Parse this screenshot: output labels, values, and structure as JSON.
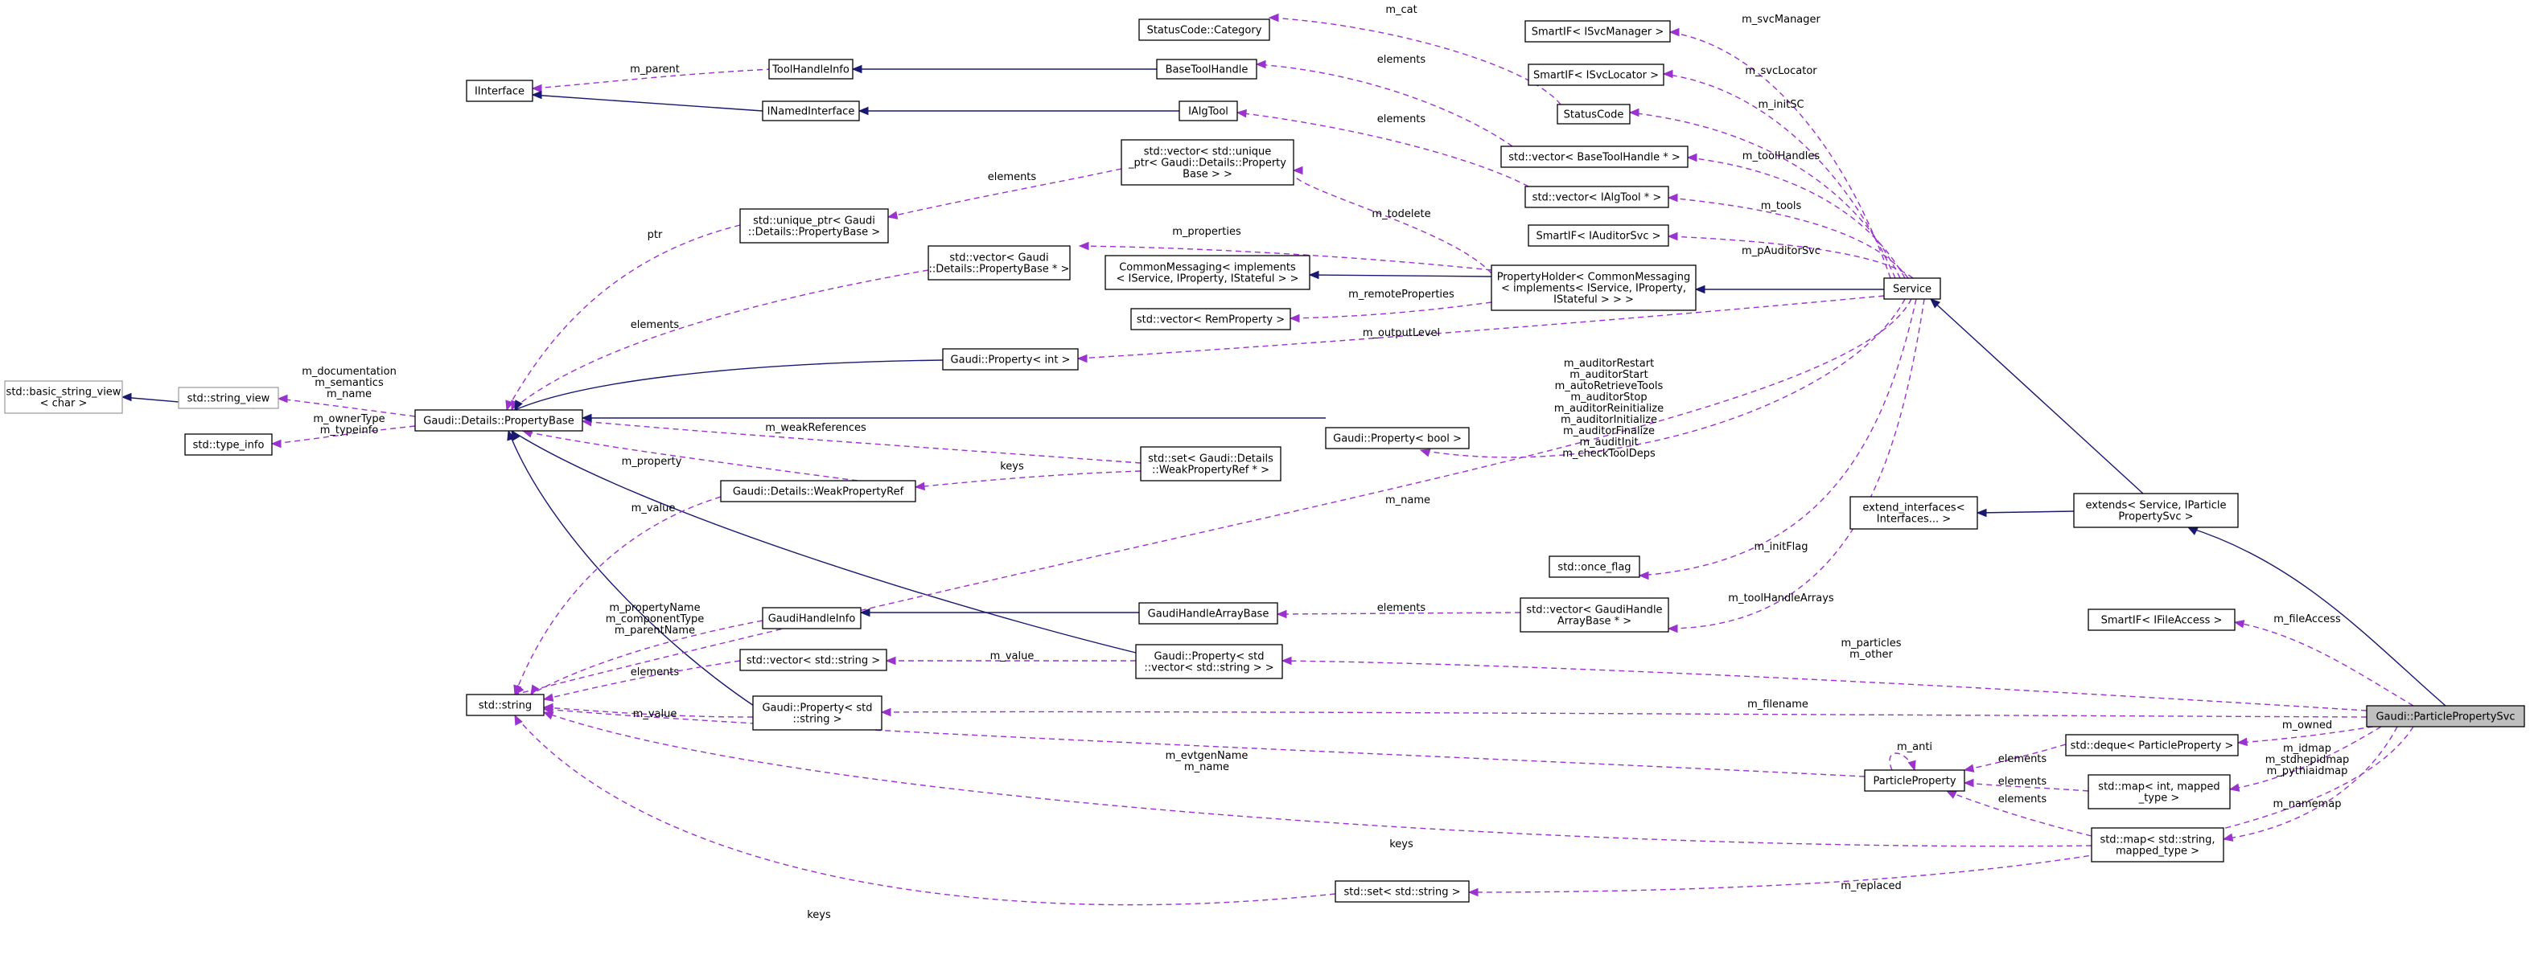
{
  "diagram": {
    "nodes": [
      {
        "id": "string",
        "lines": [
          "std::string"
        ]
      },
      {
        "id": "typeinfo",
        "lines": [
          "std::type_info"
        ]
      },
      {
        "id": "bsv",
        "lines": [
          "std::basic_string_view",
          "< char >"
        ],
        "style": "grey"
      },
      {
        "id": "sv",
        "lines": [
          "std::string_view"
        ],
        "style": "grey"
      },
      {
        "id": "iinterface",
        "lines": [
          "IInterface"
        ]
      },
      {
        "id": "pbase",
        "lines": [
          "Gaudi::Details::PropertyBase"
        ]
      },
      {
        "id": "thi",
        "lines": [
          "ToolHandleInfo"
        ]
      },
      {
        "id": "inamed",
        "lines": [
          "INamedInterface"
        ]
      },
      {
        "id": "uptr",
        "lines": [
          "std::unique_ptr< Gaudi",
          "::Details::PropertyBase >"
        ]
      },
      {
        "id": "vecpb",
        "lines": [
          "std::vector< Gaudi",
          "::Details::PropertyBase * >"
        ]
      },
      {
        "id": "pint",
        "lines": [
          "Gaudi::Property< int >"
        ]
      },
      {
        "id": "wpr",
        "lines": [
          "Gaudi::Details::WeakPropertyRef"
        ]
      },
      {
        "id": "ghi",
        "lines": [
          "GaudiHandleInfo"
        ]
      },
      {
        "id": "vecstr",
        "lines": [
          "std::vector< std::string >"
        ]
      },
      {
        "id": "pstr",
        "lines": [
          "Gaudi::Property< std",
          "::string >"
        ]
      },
      {
        "id": "statcat",
        "lines": [
          "StatusCode::Category"
        ]
      },
      {
        "id": "bth",
        "lines": [
          "BaseToolHandle"
        ]
      },
      {
        "id": "ialgtool",
        "lines": [
          "IAlgTool"
        ]
      },
      {
        "id": "vecuptr",
        "lines": [
          "std::vector< std::unique",
          "_ptr< Gaudi::Details::Property",
          "Base > >"
        ]
      },
      {
        "id": "cm",
        "lines": [
          "CommonMessaging< implements",
          "< IService, IProperty, IStateful > >"
        ]
      },
      {
        "id": "vecrem",
        "lines": [
          "std::vector< RemProperty >"
        ]
      },
      {
        "id": "setwpr",
        "lines": [
          "std::set< Gaudi::Details",
          "::WeakPropertyRef * >"
        ]
      },
      {
        "id": "pbool",
        "lines": [
          "Gaudi::Property< bool >"
        ]
      },
      {
        "id": "ghab",
        "lines": [
          "GaudiHandleArrayBase"
        ]
      },
      {
        "id": "pvecstr",
        "lines": [
          "Gaudi::Property< std",
          "::vector< std::string > >"
        ]
      },
      {
        "id": "svcmgr",
        "lines": [
          "SmartIF< ISvcManager >"
        ]
      },
      {
        "id": "svcloc",
        "lines": [
          "SmartIF< ISvcLocator >"
        ]
      },
      {
        "id": "statuscode",
        "lines": [
          "StatusCode"
        ]
      },
      {
        "id": "vecbth",
        "lines": [
          "std::vector< BaseToolHandle * >"
        ]
      },
      {
        "id": "vecialg",
        "lines": [
          "std::vector< IAlgTool * >"
        ]
      },
      {
        "id": "auditor",
        "lines": [
          "SmartIF< IAuditorSvc >"
        ]
      },
      {
        "id": "ph",
        "lines": [
          "PropertyHolder< CommonMessaging",
          "< implements< IService, IProperty,",
          "IStateful > > >"
        ]
      },
      {
        "id": "service",
        "lines": [
          "Service"
        ]
      },
      {
        "id": "extifaces",
        "lines": [
          "extend_interfaces<",
          "Interfaces... >"
        ]
      },
      {
        "id": "onceflag",
        "lines": [
          "std::once_flag"
        ]
      },
      {
        "id": "vecgha",
        "lines": [
          "std::vector< GaudiHandle",
          "ArrayBase * >"
        ]
      },
      {
        "id": "extends",
        "lines": [
          "extends< Service, IParticle",
          "PropertySvc >"
        ]
      },
      {
        "id": "fileaccess",
        "lines": [
          "SmartIF< IFileAccess >"
        ]
      },
      {
        "id": "pp",
        "lines": [
          "ParticleProperty"
        ]
      },
      {
        "id": "deque",
        "lines": [
          "std::deque< ParticleProperty >"
        ]
      },
      {
        "id": "mapint",
        "lines": [
          "std::map< int, mapped",
          "_type >"
        ]
      },
      {
        "id": "mapstr",
        "lines": [
          "std::map< std::string,",
          "mapped_type >"
        ]
      },
      {
        "id": "setstr",
        "lines": [
          "std::set< std::string >"
        ]
      },
      {
        "id": "gpps",
        "lines": [
          "Gaudi::ParticlePropertySvc"
        ],
        "style": "focus"
      }
    ],
    "edge_labels": [
      {
        "id": "l_parent",
        "lines": [
          "m_parent"
        ]
      },
      {
        "id": "l_ptr",
        "lines": [
          "ptr"
        ]
      },
      {
        "id": "l_elem_vecpb",
        "lines": [
          "elements"
        ]
      },
      {
        "id": "l_elem_uptr",
        "lines": [
          "elements"
        ]
      },
      {
        "id": "l_docs",
        "lines": [
          "m_documentation",
          "m_semantics",
          "m_name"
        ]
      },
      {
        "id": "l_owner",
        "lines": [
          "m_ownerType",
          "m_typeinfo"
        ]
      },
      {
        "id": "l_weakrefs",
        "lines": [
          "m_weakReferences"
        ]
      },
      {
        "id": "l_keys_setwpr",
        "lines": [
          "keys"
        ]
      },
      {
        "id": "l_property",
        "lines": [
          "m_property"
        ]
      },
      {
        "id": "l_value_wpr",
        "lines": [
          "m_value"
        ]
      },
      {
        "id": "l_ghi_names",
        "lines": [
          "m_propertyName",
          "m_componentType",
          "m_parentName"
        ]
      },
      {
        "id": "l_elem_vecstr",
        "lines": [
          "elements"
        ]
      },
      {
        "id": "l_value_pstr",
        "lines": [
          "m_value"
        ]
      },
      {
        "id": "l_value_pvec",
        "lines": [
          "m_value"
        ]
      },
      {
        "id": "l_elem_ghab",
        "lines": [
          "elements"
        ]
      },
      {
        "id": "l_cat",
        "lines": [
          "m_cat"
        ]
      },
      {
        "id": "l_elem_bth",
        "lines": [
          "elements"
        ]
      },
      {
        "id": "l_elem_ialg",
        "lines": [
          "elements"
        ]
      },
      {
        "id": "l_todelete",
        "lines": [
          "m_todelete"
        ]
      },
      {
        "id": "l_properties",
        "lines": [
          "m_properties"
        ]
      },
      {
        "id": "l_remote",
        "lines": [
          "m_remoteProperties"
        ]
      },
      {
        "id": "l_output",
        "lines": [
          "m_outputLevel"
        ]
      },
      {
        "id": "l_auditors",
        "lines": [
          "m_auditorRestart",
          "m_auditorStart",
          "m_autoRetrieveTools",
          "m_auditorStop",
          "m_auditorReinitialize",
          "m_auditorInitialize",
          "m_auditorFinalize",
          "m_auditInit",
          "m_checkToolDeps"
        ]
      },
      {
        "id": "l_name",
        "lines": [
          "m_name"
        ]
      },
      {
        "id": "l_svcmgr",
        "lines": [
          "m_svcManager"
        ]
      },
      {
        "id": "l_svcloc",
        "lines": [
          "m_svcLocator"
        ]
      },
      {
        "id": "l_initsc",
        "lines": [
          "m_initSC"
        ]
      },
      {
        "id": "l_toolhandles",
        "lines": [
          "m_toolHandles"
        ]
      },
      {
        "id": "l_tools",
        "lines": [
          "m_tools"
        ]
      },
      {
        "id": "l_pauditor",
        "lines": [
          "m_pAuditorSvc"
        ]
      },
      {
        "id": "l_initflag",
        "lines": [
          "m_initFlag"
        ]
      },
      {
        "id": "l_tharrays",
        "lines": [
          "m_toolHandleArrays"
        ]
      },
      {
        "id": "l_fileaccess",
        "lines": [
          "m_fileAccess"
        ]
      },
      {
        "id": "l_particles",
        "lines": [
          "m_particles",
          "m_other"
        ]
      },
      {
        "id": "l_filename",
        "lines": [
          "m_filename"
        ]
      },
      {
        "id": "l_owned",
        "lines": [
          "m_owned"
        ]
      },
      {
        "id": "l_maps",
        "lines": [
          "m_idmap",
          "m_stdhepidmap",
          "m_pythiaidmap"
        ]
      },
      {
        "id": "l_namemap",
        "lines": [
          "m_namemap"
        ]
      },
      {
        "id": "l_replaced",
        "lines": [
          "m_replaced"
        ]
      },
      {
        "id": "l_anti",
        "lines": [
          "m_anti"
        ]
      },
      {
        "id": "l_elem_deque",
        "lines": [
          "elements"
        ]
      },
      {
        "id": "l_elem_mapint",
        "lines": [
          "elements"
        ]
      },
      {
        "id": "l_elem_mapstr",
        "lines": [
          "elements"
        ]
      },
      {
        "id": "l_evtgen",
        "lines": [
          "m_evtgenName",
          "m_name"
        ]
      },
      {
        "id": "l_keys_mapstr",
        "lines": [
          "keys"
        ]
      },
      {
        "id": "l_keys_setstr",
        "lines": [
          "keys"
        ]
      }
    ]
  }
}
